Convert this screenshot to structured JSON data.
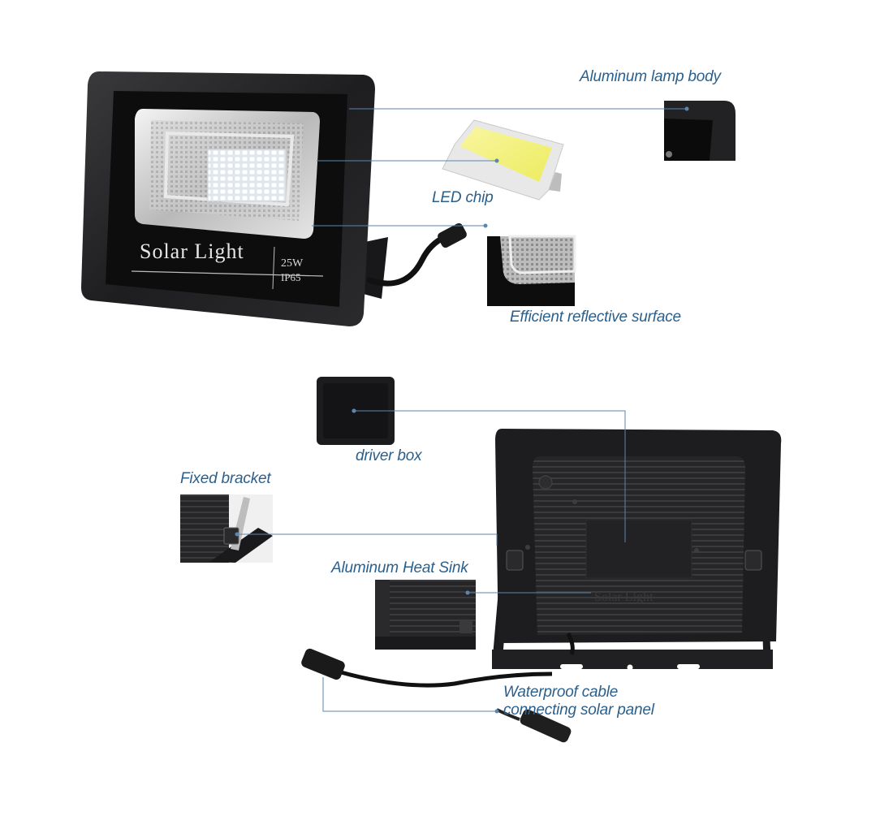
{
  "product": {
    "brand_text": "Solar Light",
    "wattage": "25W",
    "ip_rating": "IP65",
    "rear_emboss": "Solar Light"
  },
  "callouts": {
    "lamp_body": "Aluminum lamp body",
    "led_chip": "LED chip",
    "reflective_surface": "Efficient reflective surface",
    "driver_box": "driver box",
    "fixed_bracket": "Fixed bracket",
    "heat_sink": "Aluminum Heat Sink",
    "cable_line1": "Waterproof cable",
    "cable_line2": "connecting solar panel"
  },
  "colors": {
    "callout_text": "#2b5f8c",
    "leader_line": "#5b86ad",
    "housing": "#1c1c1e",
    "led": "#f2f7fb"
  }
}
